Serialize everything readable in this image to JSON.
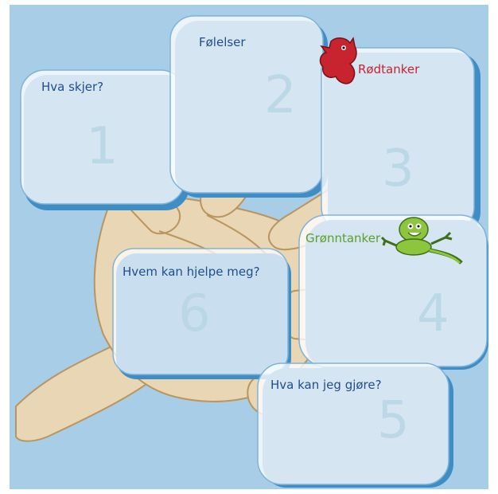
{
  "colors": {
    "background": "#a8cde6",
    "hand": "#e9d6b4",
    "hand_outline": "#b9955f",
    "box_fill": "#ffffff",
    "box_shadow": "#3f8dc5",
    "label_blue": "#1f4e8c",
    "label_red": "#c8242f",
    "label_green": "#5aa02c",
    "digit": "#b9d7e6"
  },
  "boxes": [
    {
      "id": "hva-skjer",
      "label": "Hva skjer?",
      "number": "1"
    },
    {
      "id": "folelser",
      "label": "Følelser",
      "number": "2"
    },
    {
      "id": "rodtanker",
      "label": "Rødtanker",
      "number": "3"
    },
    {
      "id": "gronntanker",
      "label": "Grønntanker",
      "number": "4"
    },
    {
      "id": "hva-kan-jeg-gjore",
      "label": "Hva kan jeg gjøre?",
      "number": "5"
    },
    {
      "id": "hvem-kan-hjelpe-meg",
      "label": "Hvem kan hjelpe meg?",
      "number": "6"
    }
  ],
  "characters": [
    {
      "name": "red-devil-character",
      "color": "#c8242f"
    },
    {
      "name": "green-flying-character",
      "color": "#8cc63f"
    }
  ]
}
